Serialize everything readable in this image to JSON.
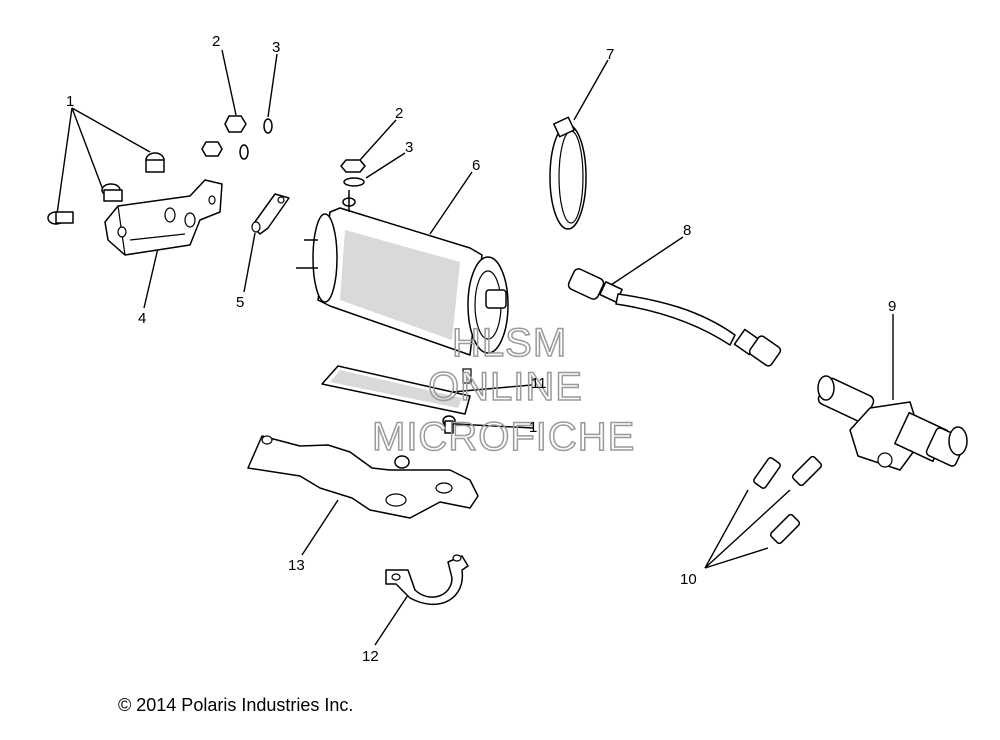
{
  "callouts": {
    "c1a": "1",
    "c1b": "1",
    "c2a": "2",
    "c2b": "2",
    "c3a": "3",
    "c3b": "3",
    "c4": "4",
    "c5": "5",
    "c6": "6",
    "c7": "7",
    "c8": "8",
    "c9": "9",
    "c10": "10",
    "c11": "11",
    "c12": "12",
    "c13": "13"
  },
  "watermark": {
    "line1": "HLSM",
    "line2": "ONLINE",
    "line3": "MICROFICHE"
  },
  "copyright": "© 2014 Polaris Industries Inc."
}
